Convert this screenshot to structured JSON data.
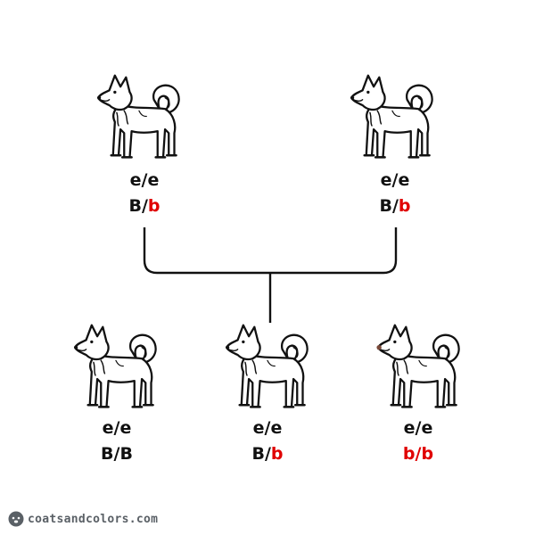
{
  "colors": {
    "allele_b": "#e00000",
    "text": "#111111",
    "line": "#111111",
    "nose_brown": "#7a4a3a"
  },
  "parents": [
    {
      "e_locus": "e/e",
      "b_allele_1": "B",
      "b_allele_2": "b",
      "allele_1_red": false,
      "allele_2_red": true,
      "nose": "black"
    },
    {
      "e_locus": "e/e",
      "b_allele_1": "B",
      "b_allele_2": "b",
      "allele_1_red": false,
      "allele_2_red": true,
      "nose": "black"
    }
  ],
  "offspring": [
    {
      "e_locus": "e/e",
      "b_allele_1": "B",
      "b_allele_2": "B",
      "allele_1_red": false,
      "allele_2_red": false,
      "nose": "black"
    },
    {
      "e_locus": "e/e",
      "b_allele_1": "B",
      "b_allele_2": "b",
      "allele_1_red": false,
      "allele_2_red": true,
      "nose": "black"
    },
    {
      "e_locus": "e/e",
      "b_allele_1": "b",
      "b_allele_2": "b",
      "allele_1_red": true,
      "allele_2_red": true,
      "nose": "brown"
    }
  ],
  "slash": "/",
  "watermark": {
    "text": "coatsandcolors.com",
    "icon": "dog-face-logo-icon"
  }
}
